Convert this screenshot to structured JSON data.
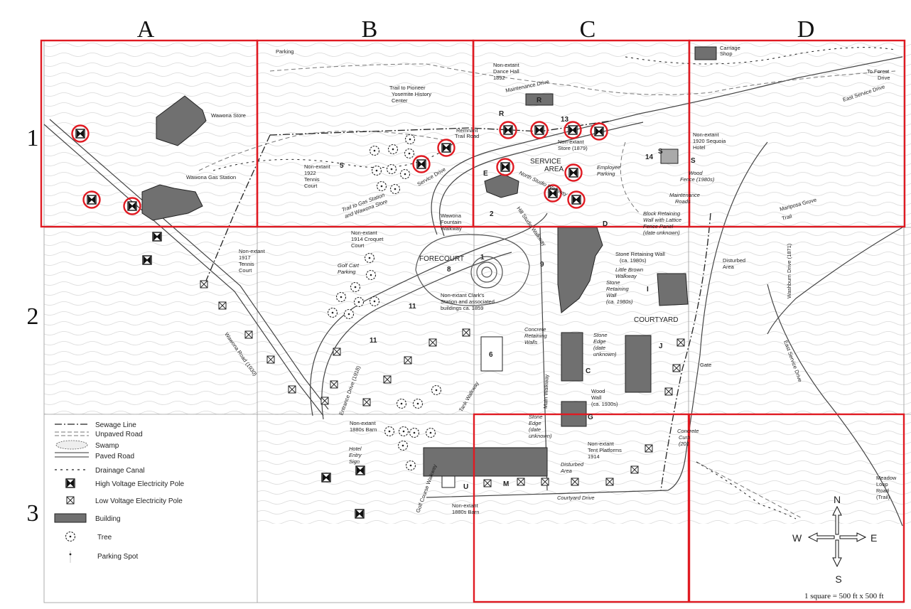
{
  "grid": {
    "columns": [
      "A",
      "B",
      "C",
      "D"
    ],
    "rows": [
      "1",
      "2",
      "3"
    ],
    "scale_note": "1 square = 500 ft x 500 ft"
  },
  "compass": {
    "n": "N",
    "s": "S",
    "e": "E",
    "w": "W"
  },
  "colors": {
    "highlight": "#e01a22",
    "building": "#707070",
    "grid": "#888888",
    "background": "#ffffff"
  },
  "legend": [
    {
      "label": "Sewage Line",
      "icon": "sewage-line"
    },
    {
      "label": "Unpaved Road",
      "icon": "unpaved-road"
    },
    {
      "label": "Swamp",
      "icon": "swamp"
    },
    {
      "label": "Paved Road",
      "icon": "paved-road"
    },
    {
      "label": "Drainage Canal",
      "icon": "drainage-canal"
    },
    {
      "label": "High Voltage Electricity Pole",
      "icon": "high-voltage-pole"
    },
    {
      "label": "Low Voltage Electricity Pole",
      "icon": "low-voltage-pole"
    },
    {
      "label": "Building",
      "icon": "building"
    },
    {
      "label": "Tree",
      "icon": "tree"
    },
    {
      "label": "Parking Spot",
      "icon": "parking-spot"
    }
  ],
  "labels": {
    "wawona_store": "Wawona Store",
    "wawona_gas": "Wawona Gas Station",
    "parking": "Parking",
    "trail_pioneer_1": "Trail to Pioneer",
    "trail_pioneer_2": "Yosemite History",
    "trail_pioneer_3": "Center",
    "remnant_trail_1": "Remnant",
    "remnant_trail_2": "Trail Road",
    "tennis_1922_1": "Non-extant",
    "tennis_1922_2": "1922",
    "tennis_1922_3": "Tennis",
    "tennis_1922_4": "Court",
    "num_5": "5",
    "trail_gas_1": "Trail to Gas Station",
    "trail_gas_2": "and Wawona Store",
    "service_drive": "Service Drive",
    "fountain_1": "Wawona",
    "fountain_2": "Fountain",
    "fountain_3": "Walkway",
    "dance_1": "Non-extant",
    "dance_2": "Dance Hall",
    "dance_3": "1892",
    "maint_drive": "Maintenance Drive",
    "r_big": "R",
    "r_small": "R",
    "num_13": "13",
    "store1879_1": "Non-extant",
    "store1879_2": "Store (1879)",
    "service_area_1": "SERVICE",
    "service_area_2": "AREA",
    "emp_parking_1": "Employee",
    "emp_parking_2": "Parking",
    "e_letter": "E",
    "north_studio": "North Studio Walkway",
    "hill_studio": "Hill Studio Walkway",
    "num_2": "2",
    "carriage_1": "Carriage",
    "carriage_2": "Shop",
    "forest_1": "To Forest",
    "forest_2": "Drive",
    "east_service_top": "East Service Drive",
    "sequoia_1": "Non-extant",
    "sequoia_2": "1920 Sequoia",
    "sequoia_3": "Hotel",
    "num_14": "14",
    "s1": "S",
    "s2": "S",
    "wood_fence_1": "Wood",
    "wood_fence_2": "Fence (1980s)",
    "maint_roads_1": "Maintenance",
    "maint_roads_2": "Roads",
    "block_wall_1": "Block Retaining",
    "block_wall_2": "Wall with Lattice",
    "block_wall_3": "Fence Panel",
    "block_wall_4": "(date unknown)",
    "mariposa_1": "Mariposa Grove",
    "mariposa_2": "Trail",
    "croquet_1": "Non-extant",
    "croquet_2": "1914 Croquet",
    "croquet_3": "Court",
    "tennis1917_1": "Non-extant",
    "tennis1917_2": "1917",
    "tennis1917_3": "Tennis",
    "tennis1917_4": "Court",
    "golf_cart_1": "Golf Cart",
    "golf_cart_2": "Parking",
    "forecourt": "FORECOURT",
    "num_1": "1",
    "num_8": "8",
    "num_9": "9",
    "d_letter": "D",
    "clark_1": "Non-extant Clark's",
    "clark_2": "Station and associated",
    "clark_3": "buildings ca. 1859",
    "num_11a": "11",
    "num_11b": "11",
    "stone_wall_1": "Stone Retaining Wall",
    "stone_wall_2": "(ca. 1980s)",
    "little_brown_1": "Little Brown",
    "little_brown_2": "Walkway",
    "stone_wall2_1": "Stone",
    "stone_wall2_2": "Retaining",
    "stone_wall2_3": "Wall",
    "stone_wall2_4": "(ca. 1980s)",
    "i_letter": "I",
    "courtyard": "COURTYARD",
    "disturbed_1": "Disturbed",
    "disturbed_2": "Area",
    "washburn": "Washburn Drive (1871)",
    "main_walkway": "Main Walkway",
    "concrete_1": "Concrete",
    "concrete_2": "Retaining",
    "concrete_3": "Walls",
    "stone_edge_1": "Stone",
    "stone_edge_2": "Edge",
    "stone_edge_3": "(date",
    "stone_edge_4": "unknown)",
    "j_letter": "J",
    "c_letter": "C",
    "num_6": "6",
    "gate": "Gate",
    "east_service_mid": "East Service Drive",
    "wawona_road": "Wawona Road (1930)",
    "entrance_drive": "Entrance Drive (1918)",
    "tank_walkway": "Tank Walkway",
    "wood_wall_1": "Wood",
    "wood_wall_2": "Wall",
    "wood_wall_3": "(ca. 1930s)",
    "g_letter": "G",
    "barn_1": "Non-extant",
    "barn_2": "1880s Barn",
    "hotel_sign_1": "Hotel",
    "hotel_sign_2": "Entry",
    "hotel_sign_3": "Sign",
    "stone_edge3_1": "Stone",
    "stone_edge3_2": "Edge",
    "stone_edge3_3": "(date",
    "stone_edge3_4": "unknown)",
    "tent_1": "Non-extant",
    "tent_2": "Tent Platforms",
    "tent_3": "1914",
    "concrete_curb_1": "Concrete",
    "concrete_curb_2": "Curb",
    "concrete_curb_3": "(201",
    "disturbed3_1": "Disturbed",
    "disturbed3_2": "Area",
    "m_letter": "M",
    "u_letter": "U",
    "barn2_1": "Non-extant",
    "barn2_2": "1880s Barn",
    "golf_course": "Golf Course Walkway",
    "courtyard_drive": "Courtyard Drive",
    "meadow_1": "Meadow",
    "meadow_2": "Loop",
    "meadow_3": "Road",
    "meadow_4": "(Trail)"
  }
}
